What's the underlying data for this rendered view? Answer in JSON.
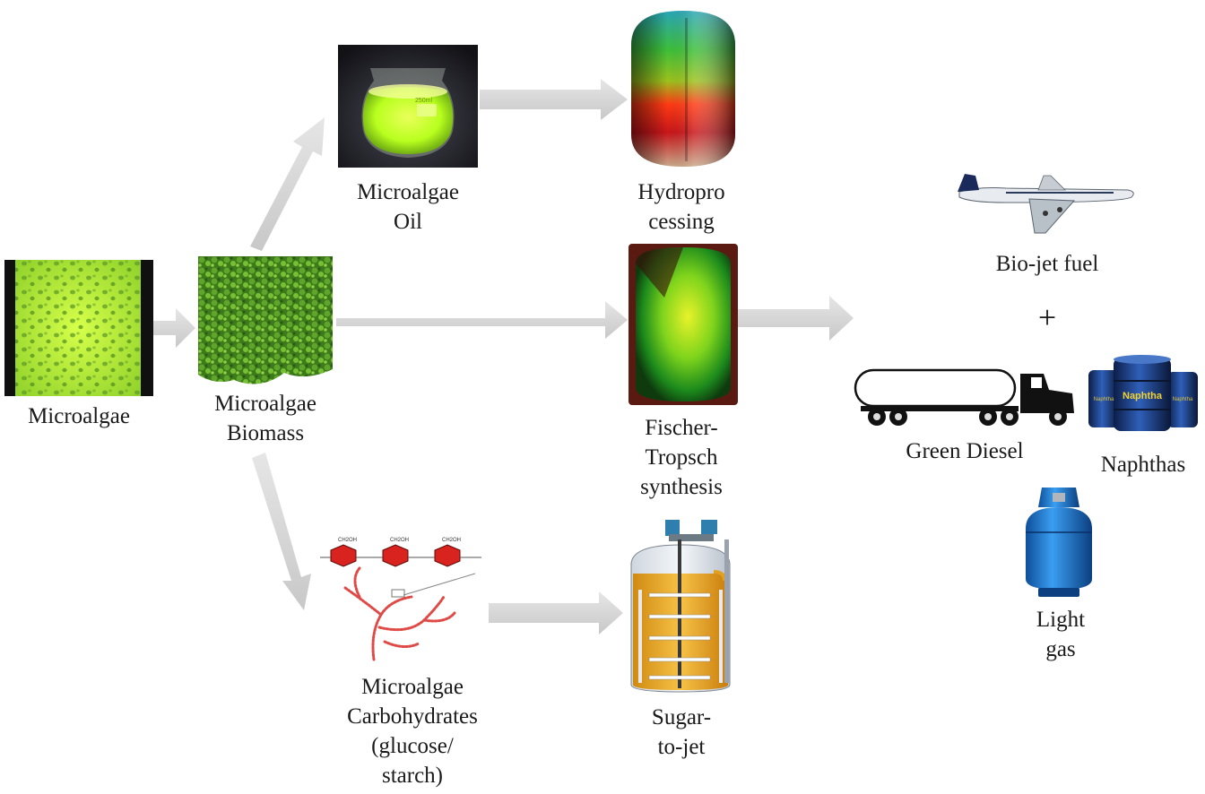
{
  "labels": {
    "microalgae": [
      "Microalgae"
    ],
    "biomass": [
      "Microalgae",
      "Biomass"
    ],
    "oil": [
      "Microalgae",
      "Oil"
    ],
    "carbohydrates": [
      "Microalgae",
      "Carbohydrates",
      "(glucose/",
      "starch)"
    ],
    "hydroprocessing": [
      "Hydropro",
      "cessing"
    ],
    "fischer_tropsch": [
      "Fischer-",
      "Tropsch",
      "synthesis"
    ],
    "sugar_to_jet": [
      "Sugar-",
      "to-jet"
    ],
    "bio_jet_fuel": [
      "Bio-jet fuel"
    ],
    "plus": [
      "+"
    ],
    "green_diesel": [
      "Green Diesel"
    ],
    "naphthas": [
      "Naphthas"
    ],
    "light_gas": [
      "Light",
      "gas"
    ],
    "barrel_text": "Naphtha",
    "flask_text": "250ml"
  },
  "colors": {
    "arrow": "#d6d6d6",
    "algae_green": "#8fd12a",
    "oil_glow": "#b8ff1e",
    "sugar_liquid": "#f3b12c",
    "molecule_red": "#d9231e",
    "gas_blue": "#1f7fd8",
    "barrel_blue": "#1d3f8a"
  }
}
